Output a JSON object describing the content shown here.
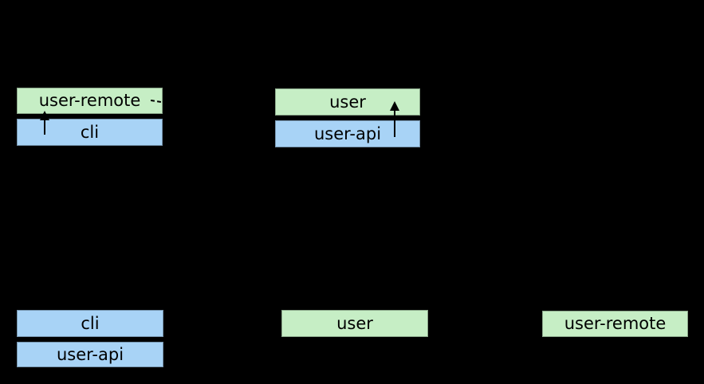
{
  "diagram": {
    "background_color": "#000000",
    "node_green_color": "#c6eec5",
    "node_blue_color": "#a8d3f6",
    "edge_color": "#000000",
    "label_color": "#000000",
    "groups": {
      "top_left": {
        "green_label": "user-remote",
        "blue_label": "cli"
      },
      "top_middle": {
        "green_label": "user",
        "blue_label": "user-api"
      },
      "bottom_row": {
        "cli_label": "cli",
        "user_api_label": "user-api",
        "user_label": "user",
        "user_remote_label": "user-remote"
      }
    },
    "edges": [
      {
        "name": "cli-to-user-remote",
        "kind": "solid-arrow-up"
      },
      {
        "name": "user-api-to-user",
        "kind": "solid-arrow-up"
      },
      {
        "name": "user-remote-dashed-fragment",
        "kind": "dashed-line"
      }
    ]
  }
}
